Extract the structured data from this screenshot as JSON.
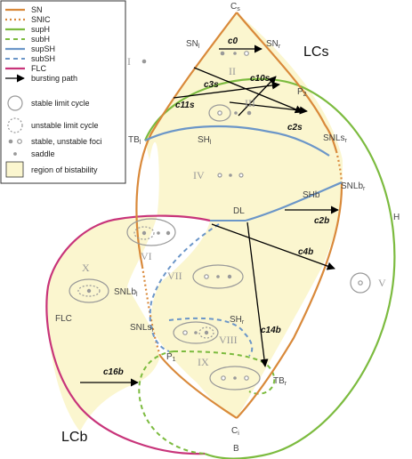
{
  "colors": {
    "sn": "#d9893a",
    "snic": "#d9893a",
    "suph": "#7cbb3f",
    "subh": "#7cbb3f",
    "supsh": "#6b96c8",
    "subsh": "#6b96c8",
    "flc": "#c8347a",
    "bistable_fill": "#fbf6cf",
    "roman": "#9a9a9a",
    "grey_marks": "#999999"
  },
  "legend": {
    "items": [
      {
        "label": "SN",
        "style": "sn"
      },
      {
        "label": "SNIC",
        "style": "snic"
      },
      {
        "label": "supH",
        "style": "suph"
      },
      {
        "label": "subH",
        "style": "subh"
      },
      {
        "label": "supSH",
        "style": "supsh"
      },
      {
        "label": "subSH",
        "style": "subsh"
      },
      {
        "label": "FLC",
        "style": "flc"
      },
      {
        "label": "bursting path",
        "style": "arrow"
      },
      {
        "label": "stable limit cycle",
        "style": "stable-cycle"
      },
      {
        "label": "unstable limit cycle",
        "style": "unstable-cycle"
      },
      {
        "label": "stable, unstable foci",
        "style": "foci"
      },
      {
        "label": "saddle",
        "style": "saddle"
      },
      {
        "label": "region of bistability",
        "style": "bistable"
      }
    ]
  },
  "points": {
    "cs": {
      "main": "C",
      "sub": "s"
    },
    "ci": {
      "main": "C",
      "sub": "i"
    },
    "sn_l": {
      "main": "SN",
      "sub": "l"
    },
    "sn_r": {
      "main": "SN",
      "sub": "r"
    },
    "p2": {
      "main": "P",
      "sub": "2"
    },
    "p1": {
      "main": "P",
      "sub": "1"
    },
    "tb_l": {
      "main": "TB",
      "sub": "l"
    },
    "tb_r": {
      "main": "TB",
      "sub": "r"
    },
    "sh_l": {
      "main": "SH",
      "sub": "l"
    },
    "sh_r": {
      "main": "SH",
      "sub": "r"
    },
    "snls_r": {
      "main": "SNLs",
      "sub": "r"
    },
    "snlb_r": {
      "main": "SNLb",
      "sub": "r"
    },
    "snlb_l": {
      "main": "SNLb",
      "sub": "l"
    },
    "snls_l": {
      "main": "SNLs",
      "sub": "l"
    },
    "shb": {
      "main": "SHb",
      "sub": ""
    },
    "dl": {
      "main": "DL",
      "sub": ""
    },
    "b": {
      "main": "B",
      "sub": ""
    }
  },
  "curve_labels": {
    "h": "H",
    "flc": "FLC"
  },
  "regions": {
    "lcs": "LCs",
    "lcb": "LCb",
    "roman": [
      "I",
      "II",
      "III",
      "IV",
      "V",
      "VI",
      "VII",
      "VIII",
      "IX",
      "X"
    ]
  },
  "paths": {
    "c0": "c0",
    "c3s": "c3s",
    "c10s": "c10s",
    "c11s": "c11s",
    "c2s": "c2s",
    "c2b": "c2b",
    "c4b": "c4b",
    "c14b": "c14b",
    "c16b": "c16b"
  }
}
